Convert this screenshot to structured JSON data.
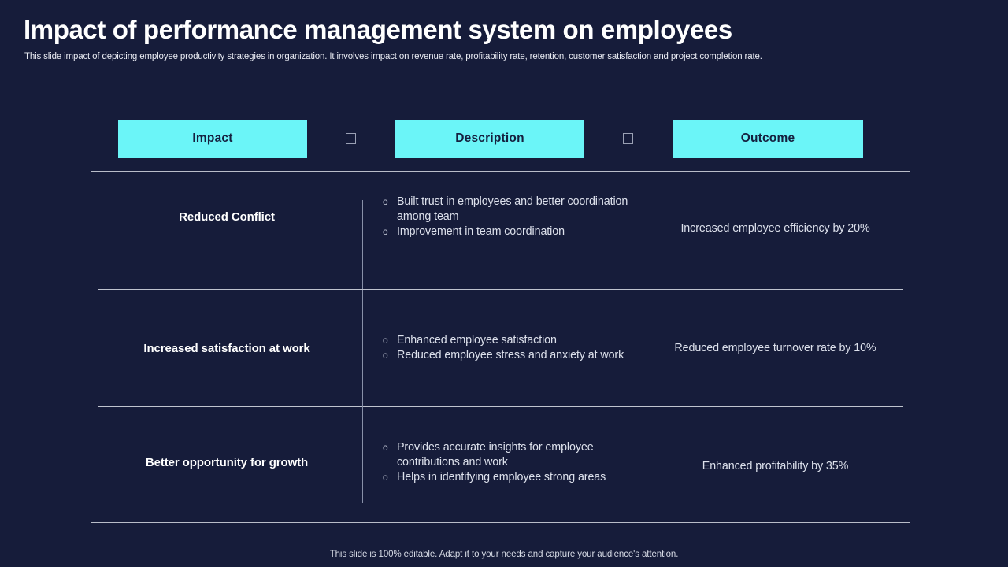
{
  "header": {
    "title": "Impact of performance management system on employees",
    "subtitle": "This slide impact of depicting employee productivity strategies in organization. It involves impact on revenue rate,  profitability rate,  retention, customer satisfaction and project completion rate."
  },
  "columns": {
    "impact_label": "Impact",
    "description_label": "Description",
    "outcome_label": "Outcome"
  },
  "rows": [
    {
      "impact": "Reduced Conflict",
      "description": [
        "Built trust  in employees and better coordination among team",
        "Improvement  in team coordination"
      ],
      "outcome": "Increased employee efficiency by 20%"
    },
    {
      "impact": "Increased satisfaction at work",
      "description": [
        "Enhanced employee satisfaction",
        "Reduced employee stress and anxiety at work"
      ],
      "outcome": "Reduced employee turnover  rate by 10%"
    },
    {
      "impact": "Better opportunity for growth",
      "description": [
        "Provides accurate insights for employee contributions  and work",
        "Helps in identifying employee strong areas"
      ],
      "outcome": "Enhanced profitability by 35%"
    }
  ],
  "bullet_glyph": "o",
  "footer": {
    "note": "This slide is 100% editable. Adapt it to your needs and capture your audience's attention."
  },
  "colors": {
    "background": "#161C3A",
    "accent": "#6BF5F8",
    "accent_text": "#15203F",
    "border": "#B9BDC9",
    "body_text": "#DDE1EC"
  }
}
